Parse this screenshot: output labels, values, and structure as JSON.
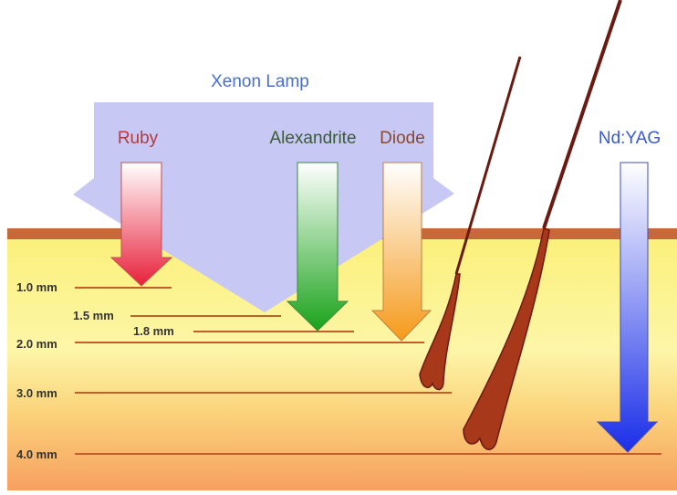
{
  "title": "Xenon Lamp",
  "lasers": [
    {
      "label": "Ruby",
      "depth_mm": 1.0,
      "color": "#e8203a",
      "label_color": "#b33a3a"
    },
    {
      "label": "Alexandrite",
      "depth_mm": 1.8,
      "color": "#1aa31a",
      "label_color": "#3a5a3a"
    },
    {
      "label": "Diode",
      "depth_mm": 2.0,
      "color": "#f59a1a",
      "label_color": "#8a4a2a"
    },
    {
      "label": "Nd:YAG",
      "depth_mm": 4.0,
      "color": "#1a2ee8",
      "label_color": "#3a5ad0"
    }
  ],
  "xenon_depth_mm": 1.5,
  "depth_labels": [
    "1.0 mm",
    "1.5 mm",
    "1.8 mm",
    "2.0 mm",
    "3.0 mm",
    "4.0 mm"
  ],
  "colors": {
    "xenon": "#c8c8f4",
    "skin_surface": "#c8683a",
    "line": "#c0602a",
    "xenon_label": "#4a6fd0"
  }
}
